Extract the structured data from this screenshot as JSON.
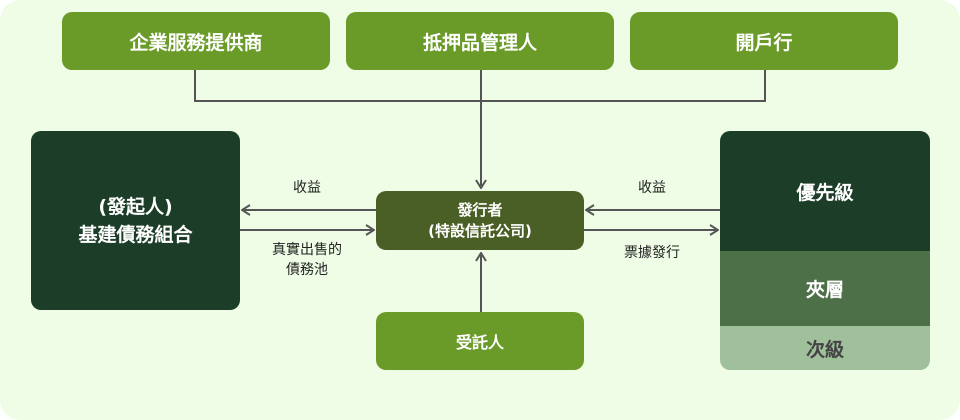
{
  "top_boxes": [
    "企業服務提供商",
    "抵押品管理人",
    "開戶行"
  ],
  "originator": {
    "line1": "(發起人)",
    "line2": "基建債務組合"
  },
  "issuer": {
    "line1": "發行者",
    "line2": "(特設信託公司)"
  },
  "trustee": "受託人",
  "tranches": [
    "優先級",
    "夾層",
    "次級"
  ],
  "labels": {
    "left_return": "收益",
    "left_sale_line1": "真實出售的",
    "left_sale_line2": "債務池",
    "right_return": "收益",
    "right_issue": "票據發行"
  },
  "colors": {
    "background": "#effde6",
    "top_box": "#6a9a28",
    "dark": "#1c3d27",
    "issuer": "#4a5f25",
    "mezzanine": "#4e7049",
    "junior": "#a0c09c",
    "line": "#555555"
  }
}
